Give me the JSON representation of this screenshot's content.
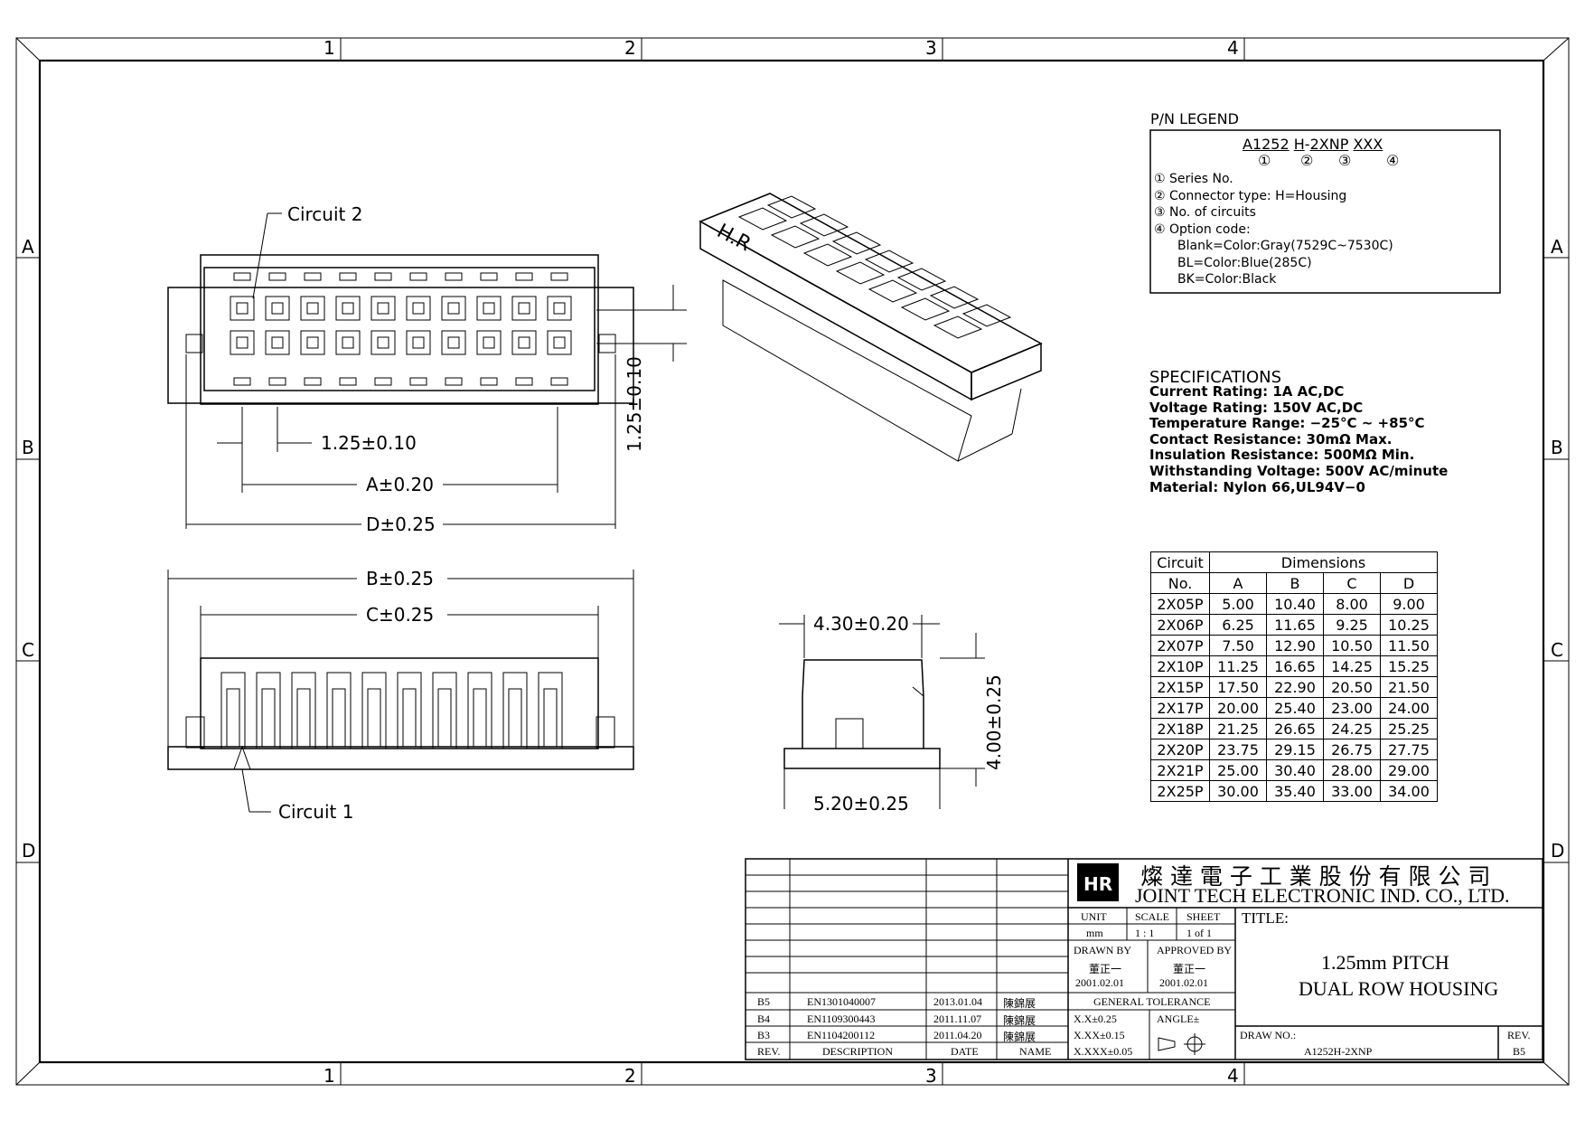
{
  "frame": {
    "cols_top": [
      "1",
      "2",
      "3",
      "4"
    ],
    "cols_bottom": [
      "1",
      "2",
      "3",
      "4"
    ],
    "rows_left": [
      "A",
      "B",
      "C",
      "D"
    ],
    "rows_right": [
      "A",
      "B",
      "C",
      "D"
    ]
  },
  "views": {
    "top_view": {
      "circuit2_label": "Circuit  2",
      "pitch_dim": "1.25±0.10",
      "a_dim": "A±0.20",
      "d_dim": "D±0.25",
      "row_pitch_dim": "1.25±0.10"
    },
    "front_view": {
      "b_dim": "B±0.25",
      "c_dim": "C±0.25",
      "circuit1_label": "Circuit  1"
    },
    "side_view": {
      "width_top_dim": "4.30±0.20",
      "height_dim": "4.00±0.25",
      "width_bottom_dim": "5.20±0.25"
    },
    "iso_view": {
      "marking": "H.R"
    }
  },
  "pn_legend": {
    "title": "P/N  LEGEND",
    "code_parts": [
      "A1252",
      "H",
      "-",
      "2XNP",
      "XXX"
    ],
    "markers": [
      "①",
      "②",
      "③",
      "④"
    ],
    "lines": [
      "① Series  No.",
      "② Connector  type:  H=Housing",
      "③ No.  of  circuits",
      "④ Option  code:",
      "Blank=Color:Gray(7529C~7530C)",
      "BL=Color:Blue(285C)",
      "BK=Color:Black"
    ]
  },
  "specifications": {
    "title": "SPECIFICATIONS",
    "lines": [
      "Current  Rating:  1A  AC,DC",
      "Voltage  Rating:  150V  AC,DC",
      "Temperature  Range:  −25°C  ~  +85°C",
      "Contact  Resistance:  30mΩ  Max.",
      "Insulation  Resistance:  500MΩ  Min.",
      "Withstanding  Voltage:  500V  AC/minute",
      "Material:  Nylon  66,UL94V−0"
    ]
  },
  "dimensions_table": {
    "header_circuit": "Circuit",
    "header_no": "No.",
    "header_dimensions": "Dimensions",
    "columns": [
      "A",
      "B",
      "C",
      "D"
    ],
    "rows": [
      [
        "2X05P",
        "5.00",
        "10.40",
        "8.00",
        "9.00"
      ],
      [
        "2X06P",
        "6.25",
        "11.65",
        "9.25",
        "10.25"
      ],
      [
        "2X07P",
        "7.50",
        "12.90",
        "10.50",
        "11.50"
      ],
      [
        "2X10P",
        "11.25",
        "16.65",
        "14.25",
        "15.25"
      ],
      [
        "2X15P",
        "17.50",
        "22.90",
        "20.50",
        "21.50"
      ],
      [
        "2X17P",
        "20.00",
        "25.40",
        "23.00",
        "24.00"
      ],
      [
        "2X18P",
        "21.25",
        "26.65",
        "24.25",
        "25.25"
      ],
      [
        "2X20P",
        "23.75",
        "29.15",
        "26.75",
        "27.75"
      ],
      [
        "2X21P",
        "25.00",
        "30.40",
        "28.00",
        "29.00"
      ],
      [
        "2X25P",
        "30.00",
        "35.40",
        "33.00",
        "34.00"
      ]
    ]
  },
  "revisions": {
    "rows": [
      [
        "B5",
        "EN1301040007",
        "2013.01.04",
        "陳錦展"
      ],
      [
        "B4",
        "EN1109300443",
        "2011.11.07",
        "陳錦展"
      ],
      [
        "B3",
        "EN1104200112",
        "2011.04.20",
        "陳錦展"
      ]
    ],
    "header": [
      "REV.",
      "DESCRIPTION",
      "DATE",
      "NAME"
    ]
  },
  "title_block": {
    "company_cn": "燦 達 電 子 工 業 股 份 有 限 公 司",
    "company_en": "JOINT TECH ELECTRONIC IND. CO., LTD.",
    "unit_label": "UNIT",
    "unit_value": "mm",
    "scale_label": "SCALE",
    "scale_value": "1 : 1",
    "sheet_label": "SHEET",
    "sheet_value": "1 of 1",
    "drawn_by_label": "DRAWN BY",
    "drawn_by_name": "董正一",
    "drawn_date": "2001.02.01",
    "approved_by_label": "APPROVED BY",
    "approved_by_name": "董正一",
    "approved_date": "2001.02.01",
    "tolerance_label": "GENERAL TOLERANCE",
    "tol_1": "X.X±0.25",
    "tol_2": "X.XX±0.15",
    "tol_3": "X.XXX±0.05",
    "angle_label": "ANGLE±",
    "title_label": "TITLE:",
    "title_line1": "1.25mm PITCH",
    "title_line2": "DUAL ROW HOUSING",
    "drawno_label": "DRAW NO.:",
    "drawno_value": "A1252H-2XNP",
    "rev_label": "REV.",
    "rev_value": "B5"
  }
}
